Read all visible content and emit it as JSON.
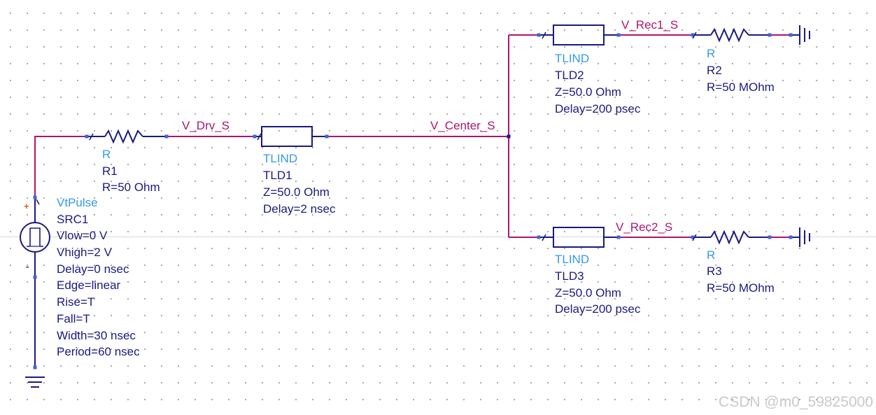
{
  "colors": {
    "wire": "#b0146e",
    "symbol": "#1a1a80",
    "type_text": "#3399ee",
    "param_text": "#1a1a80",
    "pin": "#4466cc",
    "plus": "#e06010"
  },
  "source": {
    "type": "VtPulse",
    "name": "SRC1",
    "params": [
      "Vlow=0 V",
      "Vhigh=2 V",
      "Delay=0 nsec",
      "Edge=linear",
      "Rise=T",
      "Fall=T",
      "Width=30 nsec",
      "Period=60 nsec"
    ],
    "plus_sign": "+",
    "minus_sign": "-"
  },
  "resistors": [
    {
      "type": "R",
      "name": "R1",
      "value": "R=50 Ohm"
    },
    {
      "type": "R",
      "name": "R2",
      "value": "R=50 MOhm"
    },
    {
      "type": "R",
      "name": "R3",
      "value": "R=50 MOhm"
    }
  ],
  "tlines": [
    {
      "type": "TLIND",
      "name": "TLD1",
      "z": "Z=50.0 Ohm",
      "delay": "Delay=2 nsec"
    },
    {
      "type": "TLIND",
      "name": "TLD2",
      "z": "Z=50.0 Ohm",
      "delay": "Delay=200 psec"
    },
    {
      "type": "TLIND",
      "name": "TLD3",
      "z": "Z=50.0 Ohm",
      "delay": "Delay=200 psec"
    }
  ],
  "nets": {
    "drv": "V_Drv_S",
    "center": "V_Center_S",
    "rec1": "V_Rec1_S",
    "rec2": "V_Rec2_S"
  },
  "watermark": "CSDN @m0_59825000"
}
